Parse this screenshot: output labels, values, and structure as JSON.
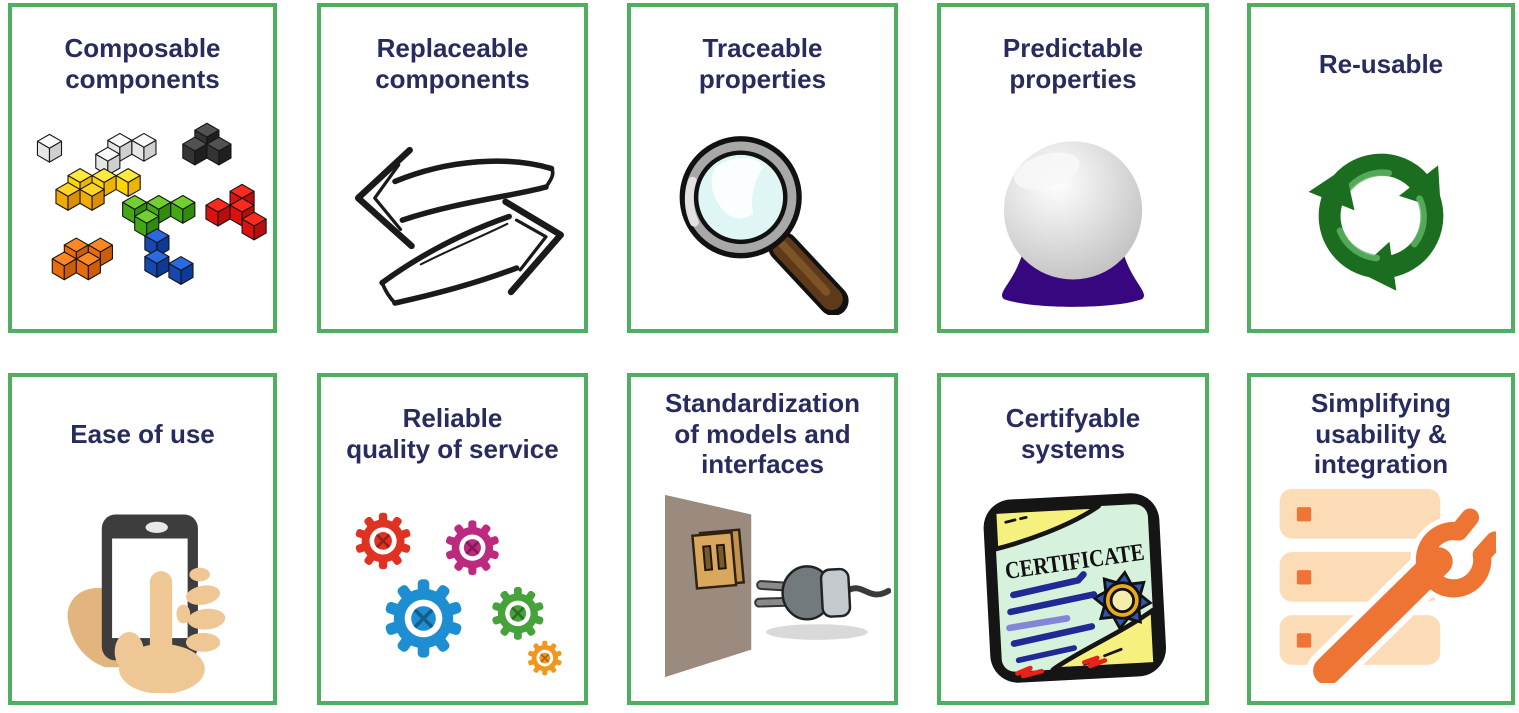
{
  "theme": {
    "card_border_green": "#4fae60",
    "title_navy": "#272b5e",
    "background": "#ffffff"
  },
  "cards": [
    {
      "title": "Composable\ncomponents",
      "icon": "building-blocks-icon"
    },
    {
      "title": "Replaceable\ncomponents",
      "icon": "swap-arrows-icon"
    },
    {
      "title": "Traceable\nproperties",
      "icon": "magnifier-icon"
    },
    {
      "title": "Predictable\nproperties",
      "icon": "crystal-ball-icon"
    },
    {
      "title": "Re-usable",
      "icon": "recycle-icon"
    },
    {
      "title": "Ease of use",
      "icon": "hand-touch-phone-icon"
    },
    {
      "title": "Reliable\nquality of service",
      "icon": "gears-icon"
    },
    {
      "title": "Standardization\nof models and\ninterfaces",
      "icon": "socket-plug-icon"
    },
    {
      "title": "Certifyable\nsystems",
      "icon": "certificate-icon",
      "icon_text": "CERTIFICATE"
    },
    {
      "title": "Simplifying\nusability &\nintegration",
      "icon": "wrench-servers-icon"
    }
  ]
}
